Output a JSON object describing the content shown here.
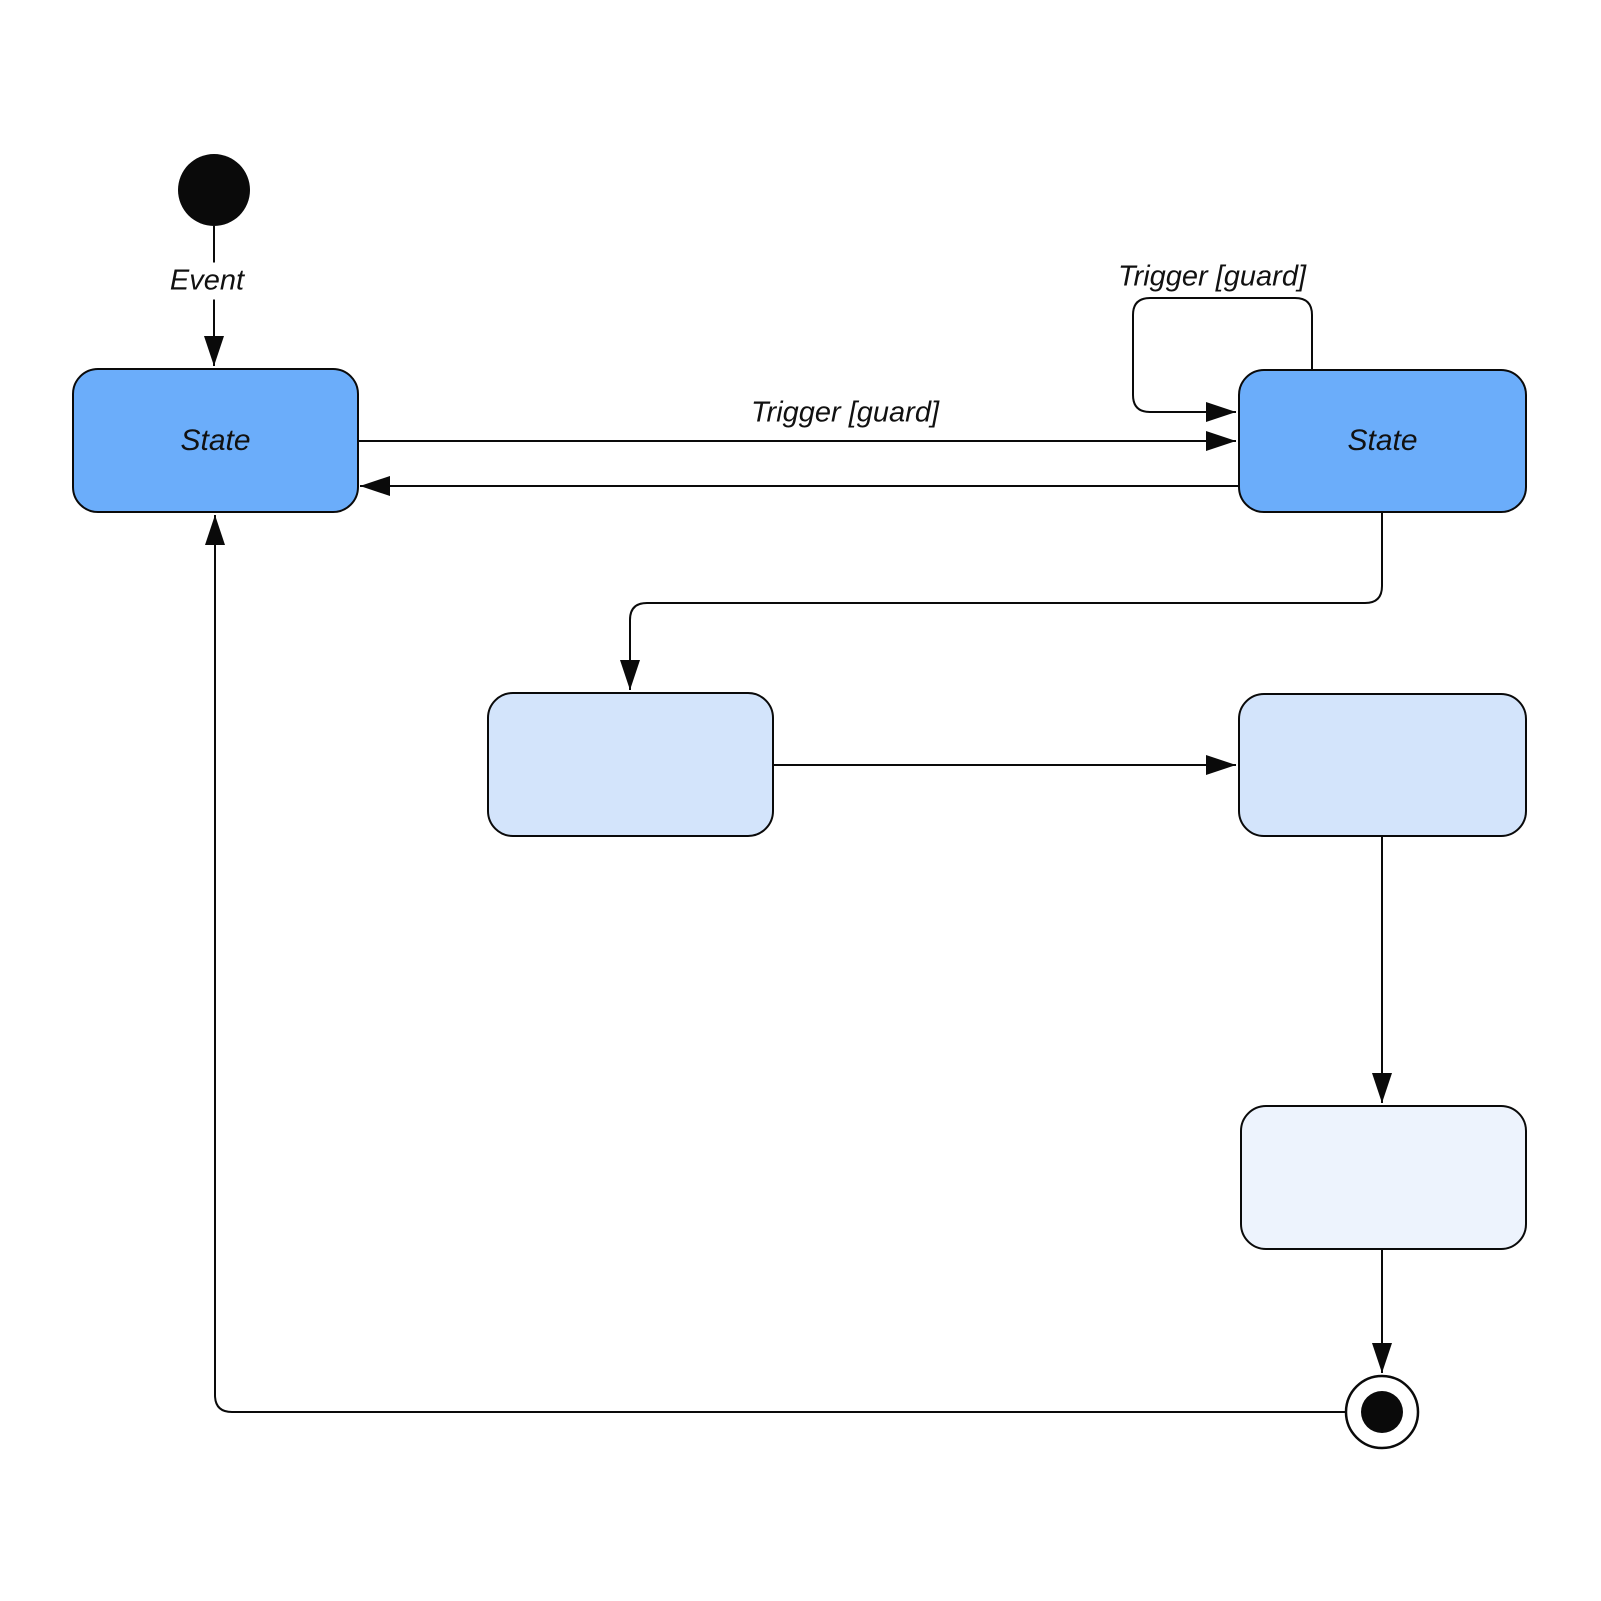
{
  "colors": {
    "canvas_bg": "#ffffff",
    "edge_color": "#0a0a0a",
    "node_border": "#0a0a0a",
    "text_color": "#111111",
    "state_active_fill": "#6badfa",
    "state_light_fill": "#d3e4fb",
    "state_lighter_fill": "#edf3fd"
  },
  "nodes": {
    "initial": {
      "type": "initial-state"
    },
    "state_top_left": {
      "label": "State"
    },
    "state_top_right": {
      "label": "State"
    },
    "state_mid_left": {
      "label": ""
    },
    "state_mid_right": {
      "label": ""
    },
    "state_bottom": {
      "label": ""
    },
    "final": {
      "type": "final-state"
    }
  },
  "edges": {
    "initial_to_top_left": {
      "label": "Event"
    },
    "top_right_self_loop": {
      "label": "Trigger [guard]"
    },
    "top_left_to_top_right": {
      "label": "Trigger [guard]"
    },
    "top_right_to_top_left": {
      "label": ""
    },
    "top_right_to_mid_left": {
      "label": ""
    },
    "mid_left_to_mid_right": {
      "label": ""
    },
    "mid_right_to_bottom": {
      "label": ""
    },
    "bottom_to_final": {
      "label": ""
    },
    "final_to_top_left": {
      "label": ""
    }
  }
}
